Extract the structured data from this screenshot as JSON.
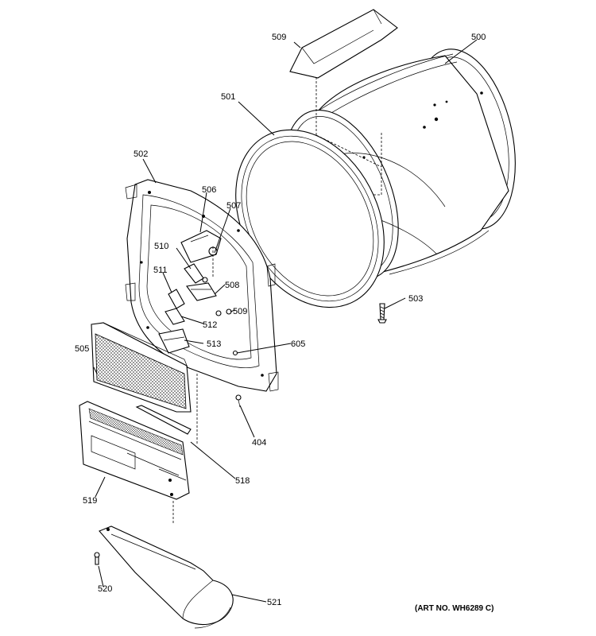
{
  "parts": {
    "p500": "500",
    "p501": "501",
    "p502": "502",
    "p503": "503",
    "p505": "505",
    "p506": "506",
    "p507": "507",
    "p508": "508",
    "p509_top": "509",
    "p509_small": "509",
    "p510": "510",
    "p511": "511",
    "p512": "512",
    "p513": "513",
    "p605": "605",
    "p404": "404",
    "p518": "518",
    "p519": "519",
    "p520": "520",
    "p521": "521"
  },
  "art_number": "(ART NO. WH6289 C)",
  "icons": [
    "drum",
    "drum-seal-ring",
    "rear-bulkhead",
    "lint-filter",
    "filter-housing",
    "duct",
    "screw",
    "bracket",
    "cam",
    "roller"
  ]
}
